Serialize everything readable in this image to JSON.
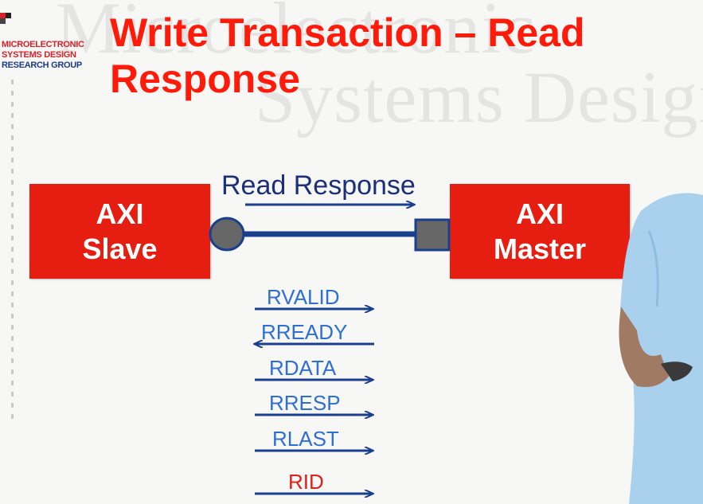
{
  "watermark": {
    "line1": "Microelectronic",
    "line2": "Systems Design"
  },
  "logo": {
    "line1": "MICROELECTRONIC",
    "line2": "SYSTEMS DESIGN",
    "line3": "RESEARCH GROUP"
  },
  "title": "Write Transaction – Read Response",
  "diagram": {
    "slave_block": {
      "line1": "AXI",
      "line2": "Slave"
    },
    "master_block": {
      "line1": "AXI",
      "line2": "Master"
    },
    "channel_label": "Read Response",
    "signals": [
      {
        "name": "RVALID",
        "direction": "right",
        "color": "#2e6fd6"
      },
      {
        "name": "RREADY",
        "direction": "left",
        "color": "#2e6fd6"
      },
      {
        "name": "RDATA",
        "direction": "right",
        "color": "#2e6fd6"
      },
      {
        "name": "RRESP",
        "direction": "right",
        "color": "#2e6fd6"
      },
      {
        "name": "RLAST",
        "direction": "right",
        "color": "#2e6fd6"
      },
      {
        "name": "RID",
        "direction": "right",
        "color": "#e0201a"
      }
    ]
  },
  "colors": {
    "title": "#ff1a0a",
    "block": "#e61e12",
    "arrow": "#1b3f8f",
    "bus": "#1b3f8f"
  }
}
